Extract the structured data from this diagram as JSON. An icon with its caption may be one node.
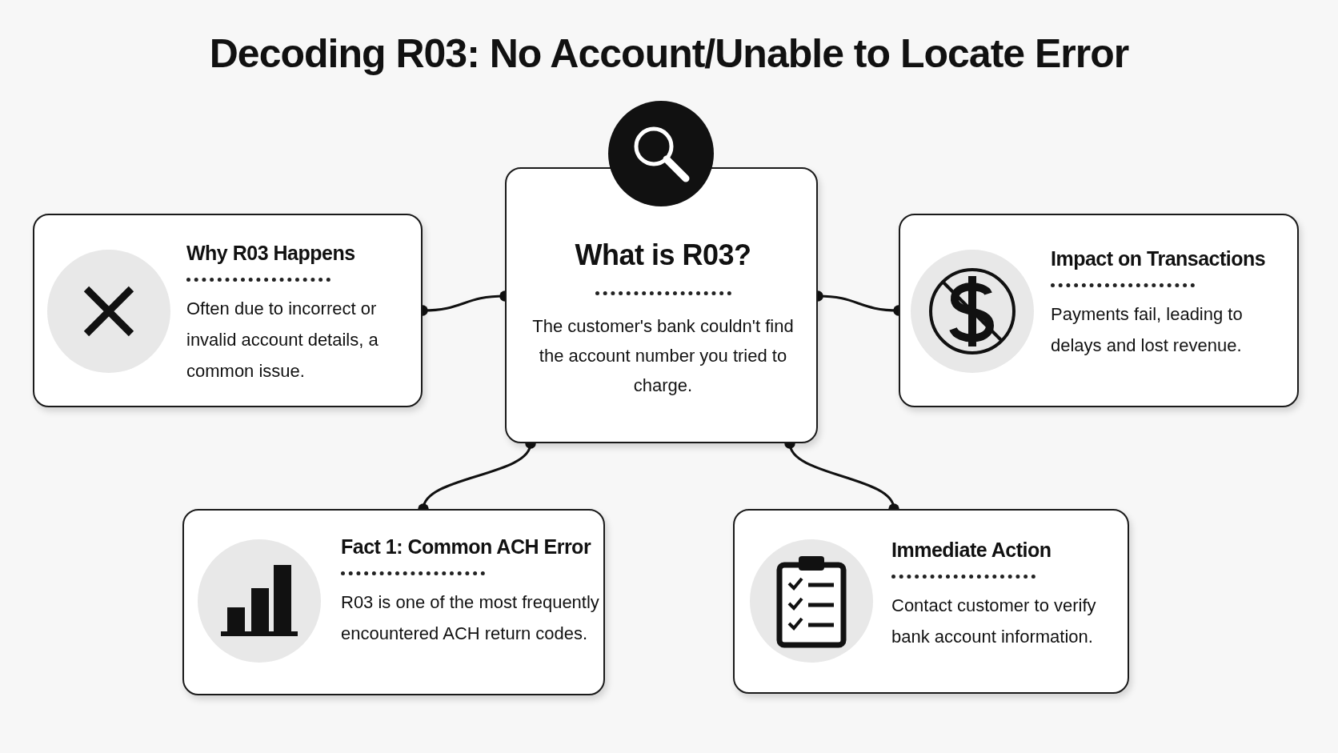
{
  "diagram": {
    "title": "Decoding R03: No Account/Unable to Locate Error",
    "nodes": [
      {
        "text": [
          "Why R03 Happens",
          "Often due to incorrect or invalid account details, a common issue."
        ]
      },
      {
        "text": [
          "What is R03?",
          "The customer's bank couldn't find the account number you tried to charge."
        ]
      },
      {
        "text": [
          "Impact on Transactions",
          "Payments fail, leading to delays and lost revenue."
        ]
      },
      {
        "text": [
          "Fact 1: Common ACH Error",
          "R03 is one of the most frequently encountered ACH return codes."
        ]
      },
      {
        "text": [
          "Immediate Action",
          "Contact customer to verify bank account information."
        ]
      }
    ],
    "edges": [
      {
        "from": 1,
        "to": 0,
        "arrow": "other"
      },
      {
        "from": 1,
        "to": 2,
        "arrow": "other"
      },
      {
        "from": 1,
        "to": 3,
        "arrow": "other"
      },
      {
        "from": 1,
        "to": 4,
        "arrow": "other"
      }
    ]
  }
}
